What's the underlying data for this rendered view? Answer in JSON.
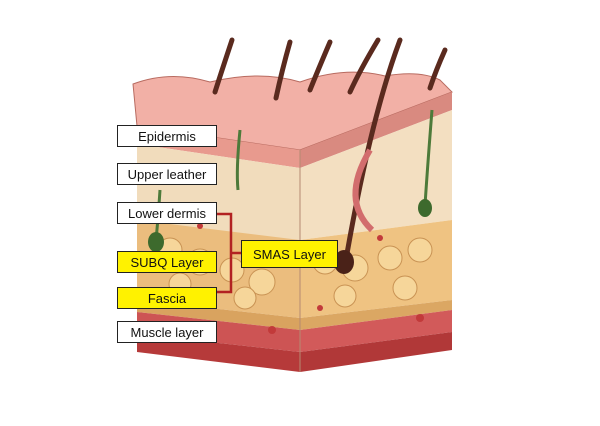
{
  "labels": {
    "epidermis": "Epidermis",
    "upper_leather": "Upper leather",
    "lower_dermis": "Lower dermis",
    "subq_layer": "SUBQ Layer",
    "fascia": "Fascia",
    "muscle_layer": "Muscle layer",
    "smas_layer": "SMAS Layer"
  },
  "colors": {
    "highlight": "#fff200",
    "bracket": "#b22222",
    "skin_surface": "#e8a49a",
    "dermis": "#ecd3b0",
    "fat": "#e8b978",
    "muscle": "#c94b4b"
  }
}
